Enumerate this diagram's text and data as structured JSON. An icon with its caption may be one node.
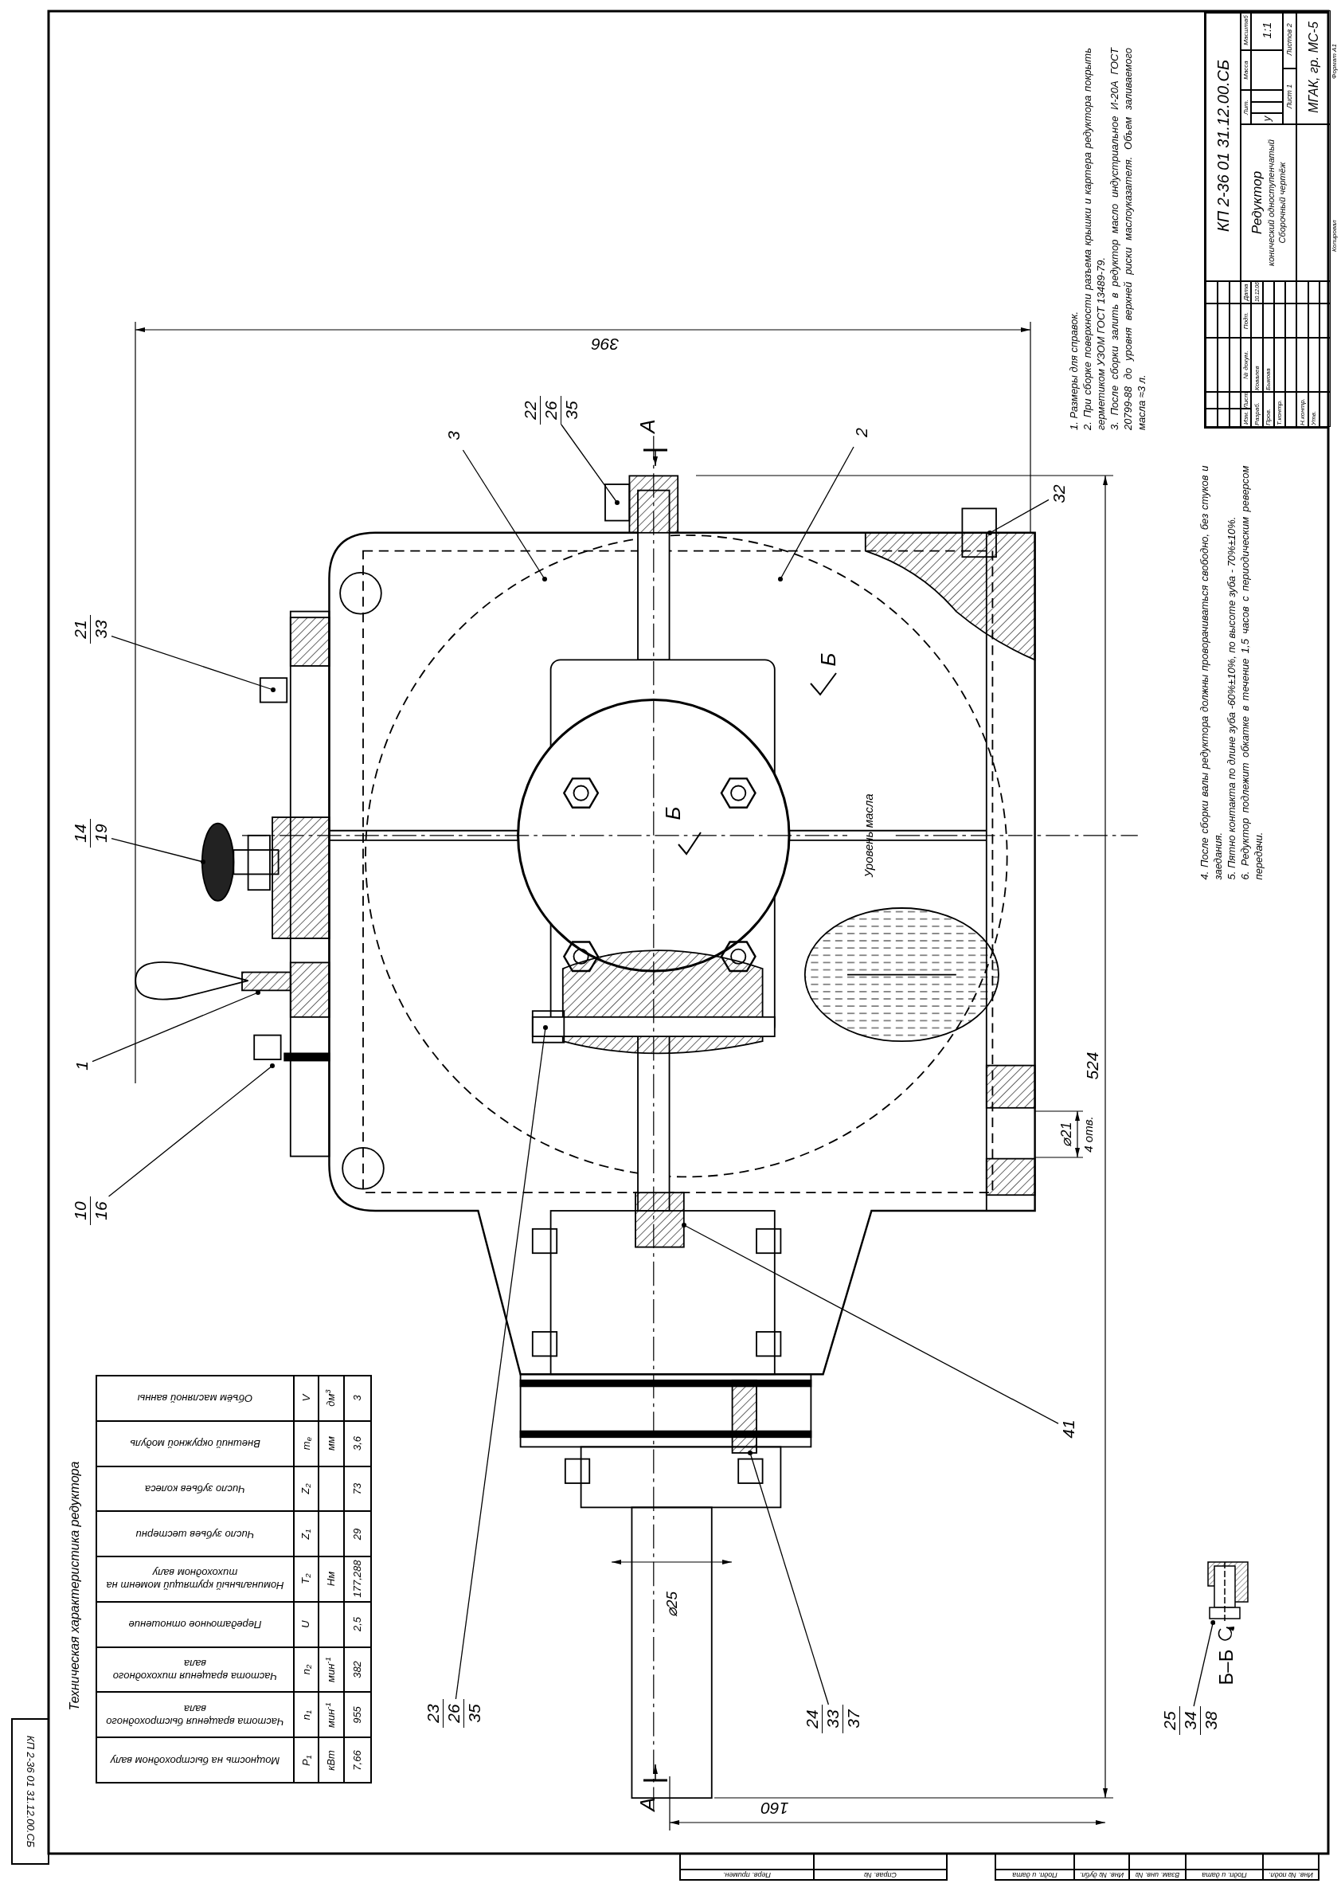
{
  "diagram": {
    "nodes": [
      {
        "text": [
          "21",
          "33"
        ]
      },
      {
        "text": [
          "14",
          "19"
        ]
      },
      {
        "text": [
          "1"
        ]
      },
      {
        "text": [
          "10",
          "16"
        ]
      },
      {
        "text": [
          "22",
          "26",
          "35"
        ]
      },
      {
        "text": [
          "3"
        ]
      },
      {
        "text": [
          "2"
        ]
      },
      {
        "text": [
          "32"
        ]
      },
      {
        "text": [
          "41"
        ]
      },
      {
        "text": [
          "23",
          "26",
          "35"
        ]
      },
      {
        "text": [
          "24",
          "33",
          "37"
        ]
      },
      {
        "text": [
          "25",
          "34",
          "38"
        ]
      },
      {
        "text": [],
        "shape": "picture"
      }
    ],
    "edges": [
      {
        "from": 0,
        "to": null,
        "arrow": "other"
      },
      {
        "from": 1,
        "to": null,
        "arrow": "other"
      },
      {
        "from": 2,
        "to": null,
        "arrow": "other"
      },
      {
        "from": 3,
        "to": null,
        "arrow": "other"
      },
      {
        "from": 4,
        "to": null,
        "arrow": "other"
      },
      {
        "from": 5,
        "to": null,
        "arrow": "other"
      },
      {
        "from": 6,
        "to": null,
        "arrow": "other"
      },
      {
        "from": 7,
        "to": null,
        "arrow": "other"
      },
      {
        "from": 8,
        "to": null,
        "arrow": "other"
      },
      {
        "from": 9,
        "to": null,
        "arrow": "other"
      },
      {
        "from": 10,
        "to": null,
        "arrow": "other"
      },
      {
        "from": 11,
        "to": 12,
        "arrow": "other"
      }
    ],
    "labels": [
      "1. Размеры для справок.",
      "2. При сборке поверхности разъема крышки и картера редуктора покрыть герметиком УЗОМ ГОСТ 13489-79.",
      "3. После сборки залить в редуктор масло индустриальное И-20А ГОСТ 20799-88 до уровня верхней риски маслоуказателя. Объем заливаемого масла ≈3 л.",
      "4. После сборки валы редуктора должны проворачиваться свободно, без стуков и заедания.",
      "5. Пятно контакта по длине зуба -60%±10%, по высоте зуба - 70%±10%.",
      "6. Редуктор подлежит обкатке в течение 1,5 часов с периодическим реверсом передачи.",
      "КП 2-36 01 31.12.00.СБ",
      "Редуктор",
      "конический одноступенчатый",
      "Сборочный чертёж",
      "Лит.",
      "Масса",
      "Масштаб",
      "у",
      "1:1",
      "Лист 1",
      "Листов 2",
      "МГАК, гр. МС-5",
      "Изм.",
      "Лист",
      "№ докум.",
      "Подп.",
      "Дата",
      "Разраб.",
      "Ковалев",
      "10.12.06",
      "Пров.",
      "Быкова",
      "Т.контр.",
      "Н.контр.",
      "Утв.",
      "Копировал",
      "Формат А1",
      "396",
      "524",
      "160",
      "⌀25",
      "⌀21",
      "4 отв.",
      "А",
      "А",
      "Б",
      "Б",
      "Б–Б",
      "Уровень масла",
      "Техническая характеристика редуктора",
      "Мощность на быстроходном валу",
      "P$_{1}$",
      "кВт",
      "7,66",
      "Частота вращения быстроходного вала",
      "n$_{1}$",
      "мин$^{-1}$",
      "955",
      "Частота вращения тихоходного вала",
      "n$_{2}$",
      "мин$^{-1}$",
      "382",
      "Передаточное отношение",
      "U",
      "2,5",
      "Номинальный крутящий момент на тихоходном валу",
      "T$_{2}$",
      "Нм",
      "177,288",
      "Число зубьев шестерни",
      "Z$_{1}$",
      "29",
      "Число зубьев колеса",
      "Z$_{2}$",
      "73",
      "Внешний окружной модуль",
      "m$_{e}$",
      "мм",
      "3,6",
      "Объём масляной ванны",
      "V",
      "дм$^{3}$",
      "3",
      "КП 2-36 01 31.12.00.СБ",
      "Перв. примен.",
      "Справ. №",
      "Подп. и дата",
      "Инв. № дубл.",
      "Взам. инв. №",
      "Подп. и дата",
      "Инв. № подл."
    ]
  }
}
